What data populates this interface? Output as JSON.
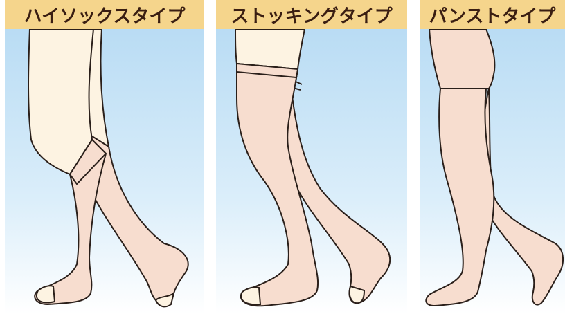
{
  "panels": [
    {
      "id": "high-sock",
      "title": "ハイソックスタイプ"
    },
    {
      "id": "stocking",
      "title": "ストッキングタイプ"
    },
    {
      "id": "pantyhose",
      "title": "パンストタイプ"
    }
  ],
  "colors": {
    "header_bg": "#f5d58c",
    "sky_top": "#b9dcf4",
    "sky_bottom": "#ffffff",
    "skin": "#fdf3e2",
    "stocking": "#f7ddcf",
    "outline": "#2a1f1a",
    "title_text": "#3a1e12"
  }
}
